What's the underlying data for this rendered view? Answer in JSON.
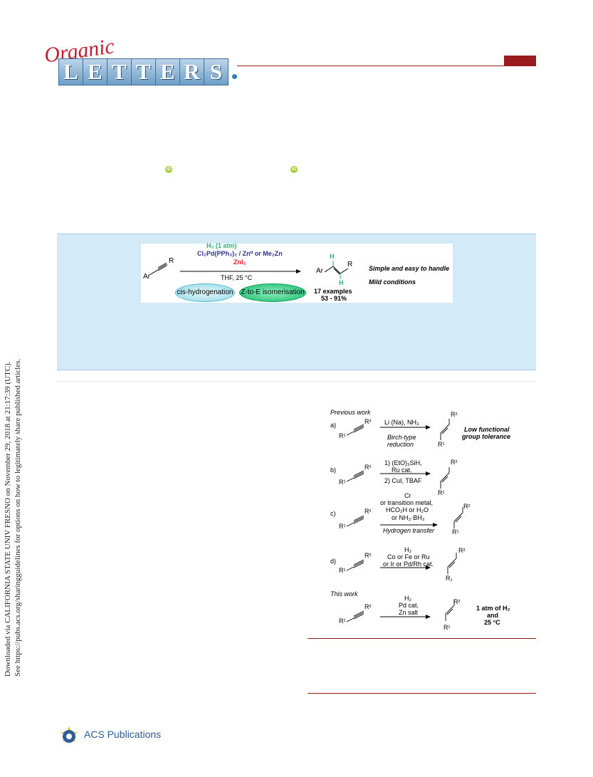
{
  "side_note": {
    "line1": "Downloaded via CALIFORNIA STATE UNIV FRESNO on November 29, 2018 at 21:17:39 (UTC).",
    "line2": "See https://pubs.acs.org/sharingguidelines for options on how to legitimately share published articles."
  },
  "journal": {
    "logo_script": "Organic",
    "logo_letters": [
      "L",
      "E",
      "T",
      "T",
      "E",
      "R",
      "S"
    ],
    "colors": {
      "brand_red": "#9a1b1e",
      "logo_blue": "#6f9ec6",
      "abstract_bg": "#d3eaf8"
    }
  },
  "orcid_icon": "iD",
  "toc_graphic": {
    "h2_label": "H₂ (1 atm)",
    "catalyst": "Cl₂Pd(PPh₃)₂ / Zn⁰ or Me₂Zn",
    "additive": "ZnI₂",
    "conditions": "THF, 25 °C",
    "reactant_ar": "Ar",
    "reactant_r": "R",
    "product_ar": "Ar",
    "product_r": "R",
    "product_h_top": "H",
    "product_h_bottom": "H",
    "ellipse_left": "cis-hydrogenation",
    "ellipse_right": "Z-to-E isomerisation",
    "examples": "17 examples",
    "yield_range": "53 - 91%",
    "feature1": "Simple and easy to handle",
    "feature2": "Mild conditions",
    "colors": {
      "h2": "#2bb673",
      "catalyst": "#2e3192",
      "additive": "#ed1c24"
    }
  },
  "scheme": {
    "heading_previous": "Previous work",
    "a": {
      "label": "a)",
      "above": "Li (Na), NH₃",
      "below1": "Birch-type",
      "below2": "reduction",
      "note1": "Low functional",
      "note2": "group tolerance"
    },
    "b": {
      "label": "b)",
      "above1": "1) (EtO)₃SiH,",
      "above2": "Ru cat.",
      "below": "2) CuI, TBAF"
    },
    "c": {
      "label": "c)",
      "above1": "Cr",
      "above2": "or transition metal,",
      "above3": "HCO₂H or H₂O",
      "above4": "or NH₃·BH₃",
      "below": "Hydrogen transfer"
    },
    "d": {
      "label": "d)",
      "above1": "H₂",
      "above2": "Co or Fe or Ru",
      "above3": "or Ir or Pd/Rh cat."
    },
    "heading_this": "This work",
    "e": {
      "above1": "H₂",
      "above2": "Pd cat.",
      "above3": "Zn salt",
      "note1": "1 atm of H₂",
      "note2": "and",
      "note3": "25 °C"
    },
    "substituents": {
      "r1": "R¹",
      "r2": "R²",
      "r1_alt": "R₁"
    }
  },
  "footer": {
    "publisher": "ACS Publications"
  }
}
